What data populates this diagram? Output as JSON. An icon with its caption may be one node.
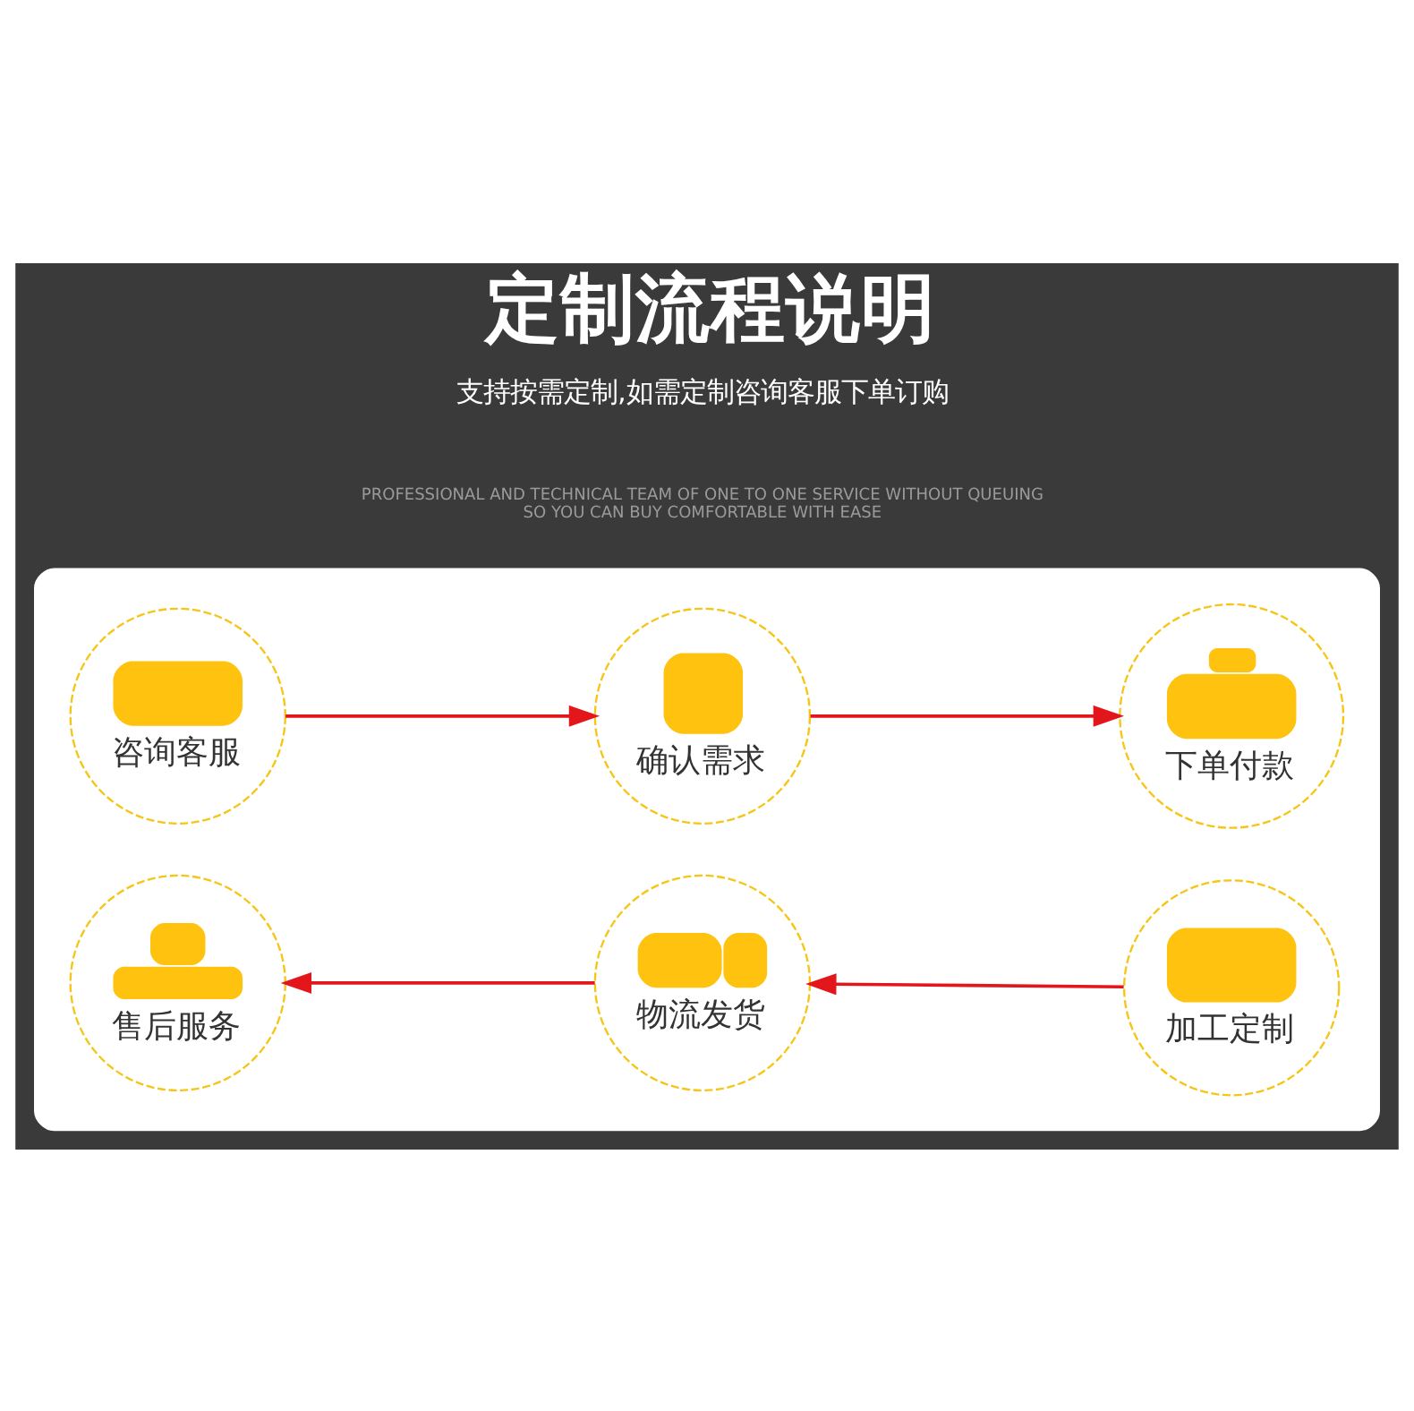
{
  "diagram": {
    "title": "定制流程说明",
    "nodes": [
      {
        "text": [],
        "shape": "box"
      },
      {
        "text": [
          "咨询客服"
        ],
        "in": 0
      },
      {
        "text": [
          "确认需求"
        ],
        "in": 0
      },
      {
        "text": [
          "下单付款"
        ],
        "in": 0
      },
      {
        "text": [
          "加工定制"
        ],
        "in": 0
      },
      {
        "text": [
          "物流发货"
        ],
        "in": 0
      },
      {
        "text": [
          "售后服务"
        ],
        "in": 0
      }
    ],
    "edges": [
      {
        "from": 1,
        "to": 2,
        "arrow": "to"
      },
      {
        "from": 2,
        "to": 3,
        "arrow": "to"
      },
      {
        "from": 4,
        "to": 5,
        "arrow": "to"
      },
      {
        "from": 5,
        "to": 6,
        "arrow": "to"
      }
    ],
    "labels": [
      "支持按需定制,如需定制咨询客服下单订购",
      "PROFESSIONAL AND TECHNICAL TEAM OF ONE TO ONE SERVICE WITHOUT QUEUING SO YOU CAN BUY COMFORTABLE WITH EASE"
    ]
  }
}
